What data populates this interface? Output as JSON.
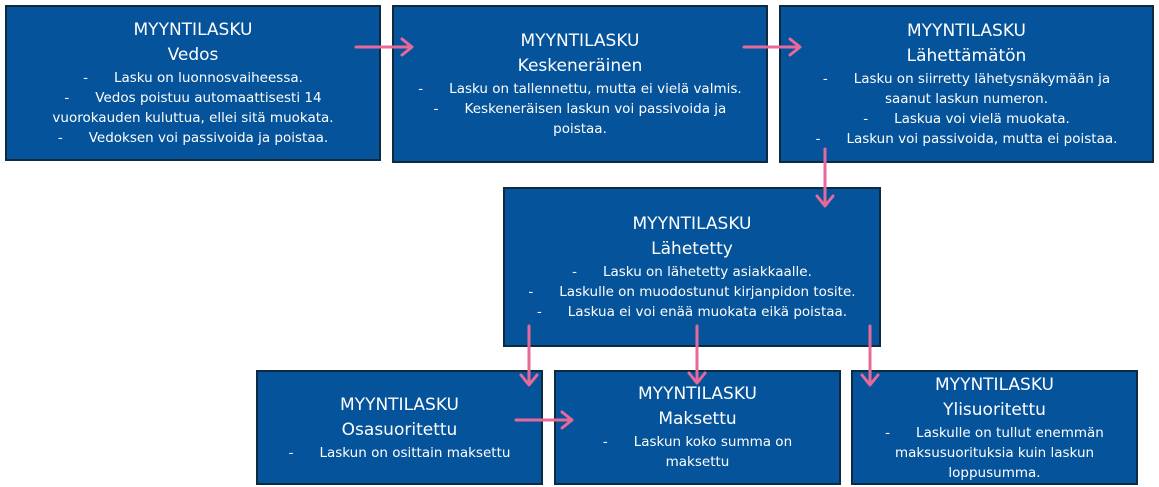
{
  "colors": {
    "box": "#05539a",
    "border": "#0e2a40",
    "arrow": "#e8689a"
  },
  "boxes": [
    {
      "type": "MYYNTILASKU",
      "state": "Vedos",
      "bullets": [
        "Lasku on luonnosvaiheessa.",
        "Vedos poistuu automaattisesti 14",
        "vuorokauden kuluttua, ellei sitä muokata.",
        "Vedoksen voi passivoida ja poistaa."
      ]
    },
    {
      "type": "MYYNTILASKU",
      "state": "Keskeneräinen",
      "bullets": [
        "Lasku on tallennettu, mutta ei vielä valmis.",
        "Keskeneräisen laskun voi passivoida ja",
        "poistaa."
      ]
    },
    {
      "type": "MYYNTILASKU",
      "state": "Lähettämätön",
      "bullets": [
        "Lasku on siirretty lähetysnäkymään ja",
        "saanut laskun numeron.",
        "Laskua voi vielä muokata.",
        "Laskun voi passivoida, mutta ei poistaa."
      ]
    },
    {
      "type": "MYYNTILASKU",
      "state": "Lähetetty",
      "bullets": [
        "Lasku on lähetetty asiakkaalle.",
        "Laskulle on muodostunut kirjanpidon tosite.",
        "Laskua ei voi enää muokata eikä poistaa."
      ]
    },
    {
      "type": "MYYNTILASKU",
      "state": "Osasuoritettu",
      "bullets": [
        "Laskun on osittain maksettu"
      ]
    },
    {
      "type": "MYYNTILASKU",
      "state": "Maksettu",
      "bullets": [
        "Laskun koko summa on",
        "maksettu"
      ]
    },
    {
      "type": "MYYNTILASKU",
      "state": "Ylisuoritettu",
      "bullets": [
        "Laskulle on tullut enemmän",
        "maksusuorituksia kuin laskun",
        "loppusumma."
      ]
    }
  ],
  "dash": "-"
}
